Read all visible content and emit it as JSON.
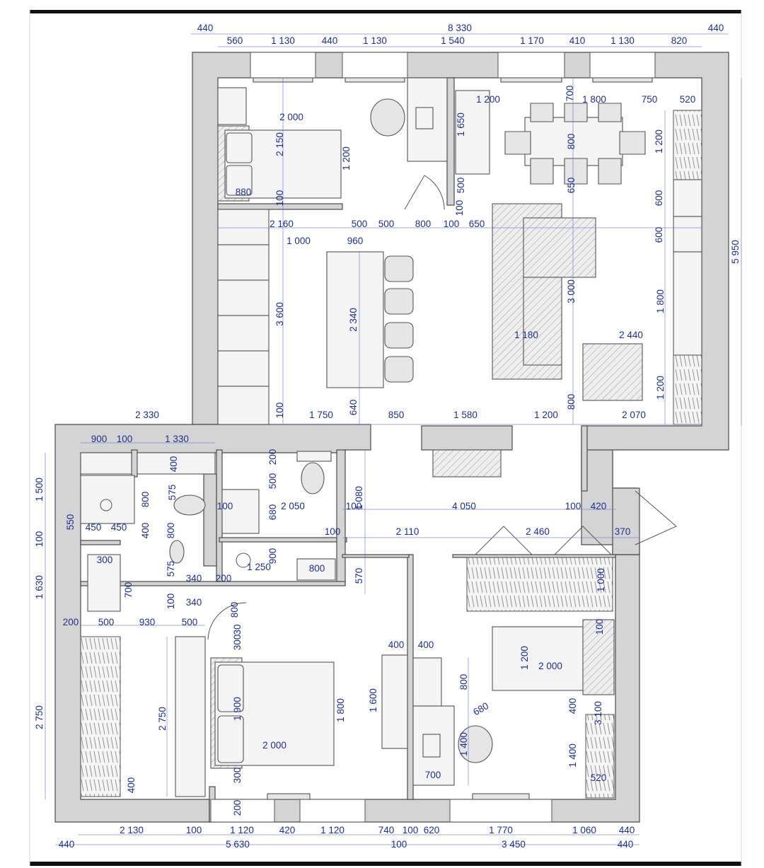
{
  "dimensions": {
    "top_outer": [
      "440",
      "8 330",
      "440"
    ],
    "top_inner": [
      "560",
      "1 130",
      "440",
      "1 130",
      "1 540",
      "1 170",
      "410",
      "1 130",
      "820"
    ],
    "right_outer": [
      "5 950"
    ],
    "bedroom1": [
      "2 000",
      "2 150",
      "1 200",
      "880",
      "100",
      "1 650",
      "500",
      "100"
    ],
    "dining": [
      "1 200",
      "700",
      "1 800",
      "750",
      "520",
      "800",
      "650",
      "1 200",
      "600",
      "600"
    ],
    "kitchen_row": [
      "2 160",
      "500",
      "500",
      "800",
      "100",
      "650"
    ],
    "kitchen": [
      "1 000",
      "960",
      "3 600",
      "2 340",
      "3 000",
      "1 180",
      "2 440",
      "1 800",
      "800",
      "1 200",
      "100"
    ],
    "kitchen_bottom": [
      "1 750",
      "640",
      "850",
      "1 580",
      "1 200",
      "2 070"
    ],
    "left_block": [
      "2 330",
      "900",
      "100",
      "1 330",
      "200",
      "400",
      "500",
      "575",
      "800",
      "550",
      "450",
      "450",
      "400",
      "800",
      "680",
      "100",
      "2 050",
      "100",
      "1 080"
    ],
    "corridor": [
      "4 050",
      "100",
      "420",
      "100",
      "2 110",
      "2 460",
      "370"
    ],
    "bathroom": [
      "300",
      "700",
      "575",
      "340",
      "200",
      "1 250",
      "900",
      "800",
      "570",
      "100",
      "340",
      "200",
      "500",
      "930",
      "500",
      "800",
      "1 000"
    ],
    "left_outer": [
      "1 500",
      "100",
      "1 630",
      "2 750"
    ],
    "bedroom2": [
      "300",
      "30",
      "400",
      "400",
      "1 900",
      "1 800",
      "2 000",
      "2 750",
      "1 600",
      "800",
      "680",
      "1 400",
      "700",
      "300",
      "200",
      "400"
    ],
    "bedroom3": [
      "1 200",
      "2 000",
      "100",
      "400",
      "3 100",
      "1 400",
      "520"
    ],
    "bottom_inner": [
      "2 130",
      "100",
      "1 120",
      "420",
      "1 120",
      "740",
      "100",
      "620",
      "1 770",
      "1 060",
      "440"
    ],
    "bottom_outer": [
      "440",
      "5 630",
      "100",
      "3 450",
      "440"
    ]
  }
}
